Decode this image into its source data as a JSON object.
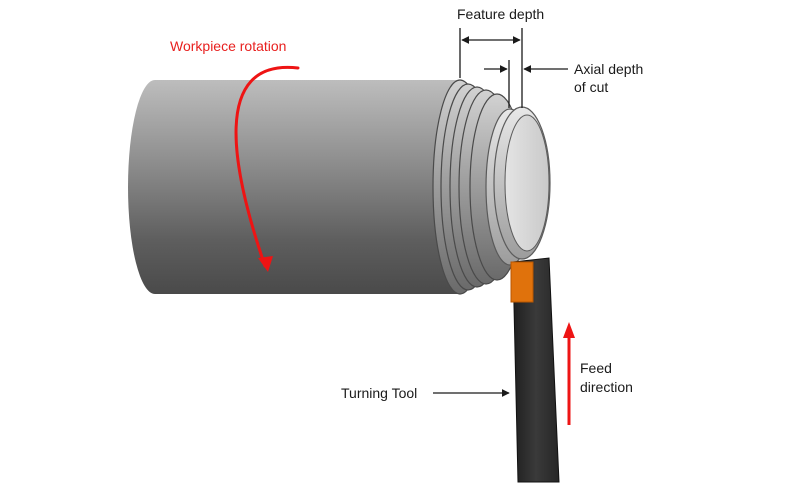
{
  "labels": {
    "workpiece_rotation": "Workpiece rotation",
    "feature_depth": "Feature depth",
    "axial_depth_line1": "Axial depth",
    "axial_depth_line2": "of cut",
    "feed_line1": "Feed",
    "feed_line2": "direction",
    "turning_tool": "Turning Tool"
  },
  "colors": {
    "annotation_text": "#1a1a1a",
    "rotation_text": "#e8201f",
    "rotation_arrow": "#ee1414",
    "feed_arrow": "#ee1414",
    "tool_body": "#2b2b2b",
    "tool_insert": "#e0720c",
    "workpiece": "#9a9a9a"
  }
}
